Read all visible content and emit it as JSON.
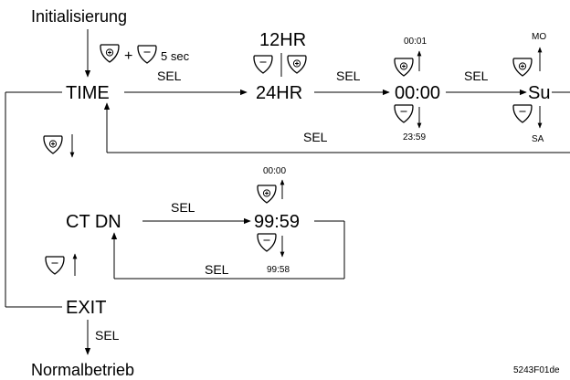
{
  "labels": {
    "init": "Initialisierung",
    "five_sec": "5 sec",
    "time": "TIME",
    "hr12": "12HR",
    "hr24": "24HR",
    "clock": "00:00",
    "clock_up": "00:01",
    "clock_down": "23:59",
    "day": "Su",
    "day_up": "MO",
    "day_down": "SA",
    "ctdn": "CT DN",
    "ctdn_value": "99:59",
    "ctdn_up": "00:00",
    "ctdn_down": "99:58",
    "exit": "EXIT",
    "normal": "Normalbetrieb",
    "figure_id": "5243F01de",
    "plus_sign": "+",
    "sel": "SEL"
  }
}
